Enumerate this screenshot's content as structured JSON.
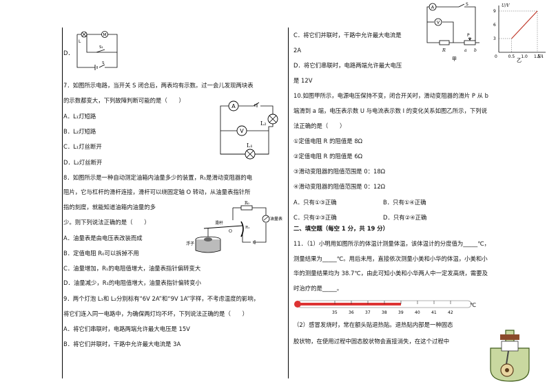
{
  "col1": {
    "q6_d_label": "D．",
    "q7_stem_1": "7．如图所示电路，当开关 S 闭合后，两表均有示数。过一会儿发现两块表",
    "q7_stem_2": "的示数都变大，下列故障判断可能的是（　　）",
    "q7_options": [
      "A．L₁灯短路",
      "B．L₂灯短路",
      "C．L₁灯丝断开",
      "D．L₂灯丝断开"
    ],
    "q8_stem_1": "8．如图所示是一种自动测定油箱内油量多少的装置，R₁是滑动变阻器的电",
    "q8_stem_2": "阻片，它与杠杆的滑杆连接，滑杆可以绕固定轴 O 转动，从油量表指针所",
    "q8_stem_3": "指的刻度，就能知道油箱内油量的多",
    "q8_stem_4": "少。则下列说法正确的是（　　）",
    "q8_options": [
      "A．油量表是由电压表改装而成",
      "B．定值电阻 R₀可以拆掉不用",
      "C．油量增加，R₁的电阻值增大，油量表指针偏转变大",
      "D．油量减少，R₁的电阻值增大，油量表指针偏转变小"
    ],
    "q9_stem_1": "9．两个灯泡 L₁和 L₂分别标有“6V 2A”和“9V 1A”字样，不考虑温度的影响，",
    "q9_stem_2": "将它们连入同一电路中，为确保两灯均不坏，下列说法正确的是（　　）",
    "q9_options": [
      "A．将它们串联时，电路两端允许最大电压是 15V",
      "B．将它们并联时，干路中允许最大电流是 3A"
    ]
  },
  "col2": {
    "q9_c_1": "C．将它们并联时，干路中允许最大电流是",
    "q9_c_2": "2A",
    "q9_d_1": "D．将它们串联时，电路两端允许最大电压",
    "q9_d_2": "是 12V",
    "q10_stem_1": "10.如图甲所示，电源电压保持不变，闭合开关时，滑动变阻器的滑片 P 从 b",
    "q10_stem_2": "端滑到 a 端，电压表示数 U 与电流表示数 I 的变化关系如图乙所示，下列说",
    "q10_stem_3": "法正确的是（　　）",
    "q10_statements": [
      "①定值电阻 R 的阻值是 8Ω",
      "②定值电阻 R 的阻值是 6Ω",
      "③滑动变阻器的阻值范围是 0：18Ω",
      "④滑动变阻器的阻值范围是 0：12Ω"
    ],
    "q10_options": [
      "A．只有①③正确",
      "B．只有①④正确",
      "C．只有②③正确",
      "D．只有②④正确"
    ],
    "section2": "二、填空题（每空 1 分，共 19 分）",
    "q11_1": "11．（1）小明用如图所示的体温计测量体温，该体温计的分度值为_____℃，",
    "q11_2": "测量结果为_____℃。用后未甩，直接依次测量小美和小华的体温，小美和小",
    "q11_3": "华的测量结果均为 38.7℃，由此可知小美和小华两人中一定发高烧，需要及",
    "q11_4": "时治疗的是_____。",
    "q11b_1": "（2）感冒发烧时，常在额头贴退热贴。退热贴内部是一种固态",
    "q11b_2": "胶状物，在使用过程中固态胶状物会直接消失，在这个过程中"
  },
  "fig_q7": {
    "ammeter": "A",
    "voltmeter": "V",
    "lamp2": "L₂",
    "lamp1": "L₁"
  },
  "fig_q6": {
    "motor": "M",
    "lamp": "L",
    "switch1": "S₁",
    "switch2": "S"
  },
  "fig_q8": {
    "lever": "滑杆",
    "pivot": "O",
    "float": "浮子",
    "r0": "R₀",
    "r1": "R₁",
    "gauge": "油量表"
  },
  "fig_jia": {
    "ammeter": "A",
    "voltmeter": "V",
    "switch": "S",
    "resistor": "R",
    "slider": "P",
    "end_a": "a",
    "end_b": "b",
    "caption": "甲"
  },
  "fig_yi": {
    "ylabel": "U/V",
    "xlabel": "I/A",
    "origin": "0",
    "yticks": [
      "3",
      "6",
      "9"
    ],
    "xticks": [
      "0.5",
      "1.0",
      "1.5"
    ],
    "caption": "乙"
  },
  "thermometer": {
    "ticks": [
      "35",
      "36",
      "37",
      "38",
      "39",
      "40",
      "41",
      "42"
    ],
    "unit": "℃"
  },
  "chart_data": {
    "type": "line",
    "title": "",
    "xlabel": "I/A",
    "ylabel": "U/V",
    "xlim": [
      0,
      1.5
    ],
    "ylim": [
      0,
      9
    ],
    "series": [
      {
        "x": [
          0.5,
          1.5
        ],
        "y": [
          3,
          9
        ]
      }
    ]
  }
}
